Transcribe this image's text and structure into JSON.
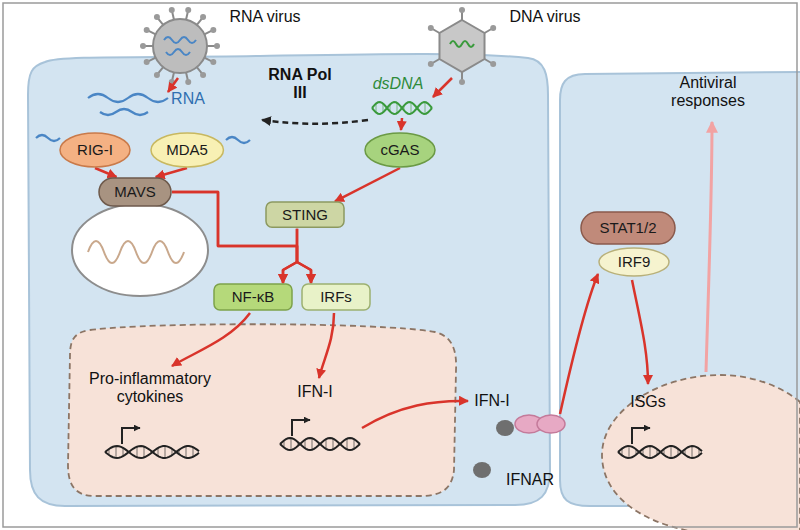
{
  "diagram": {
    "nodes": [
      {
        "text": [
          "RIG-I"
        ]
      },
      {
        "text": [
          "MDA5"
        ]
      },
      {
        "text": [
          "cGAS"
        ]
      },
      {
        "text": [
          "MAVS"
        ]
      },
      {
        "text": [
          "STING"
        ]
      },
      {
        "text": [
          "NF-κB"
        ]
      },
      {
        "text": [
          "IRFs"
        ]
      },
      {
        "text": [
          "STAT1/2"
        ]
      },
      {
        "text": [
          "IRF9"
        ]
      }
    ],
    "edges": [
      {
        "from": 0,
        "to": 3,
        "arrow": "to"
      },
      {
        "from": 1,
        "to": 3,
        "arrow": "to"
      },
      {
        "from": 2,
        "to": 4,
        "arrow": "to"
      },
      {
        "from": 3,
        "to": 5,
        "arrow": "to"
      },
      {
        "from": 3,
        "to": 6,
        "arrow": "to"
      },
      {
        "from": 4,
        "to": 5,
        "arrow": "to"
      },
      {
        "from": 4,
        "to": 6,
        "arrow": "to"
      }
    ],
    "labels": [
      "RNA virus",
      "DNA virus",
      "RNA",
      "RNA Pol III",
      "dsDNA",
      "Pro-inflammatory cytokines",
      "IFN-I",
      "IFN-I",
      "IFNAR",
      "ISGs",
      "Antiviral responses"
    ]
  }
}
